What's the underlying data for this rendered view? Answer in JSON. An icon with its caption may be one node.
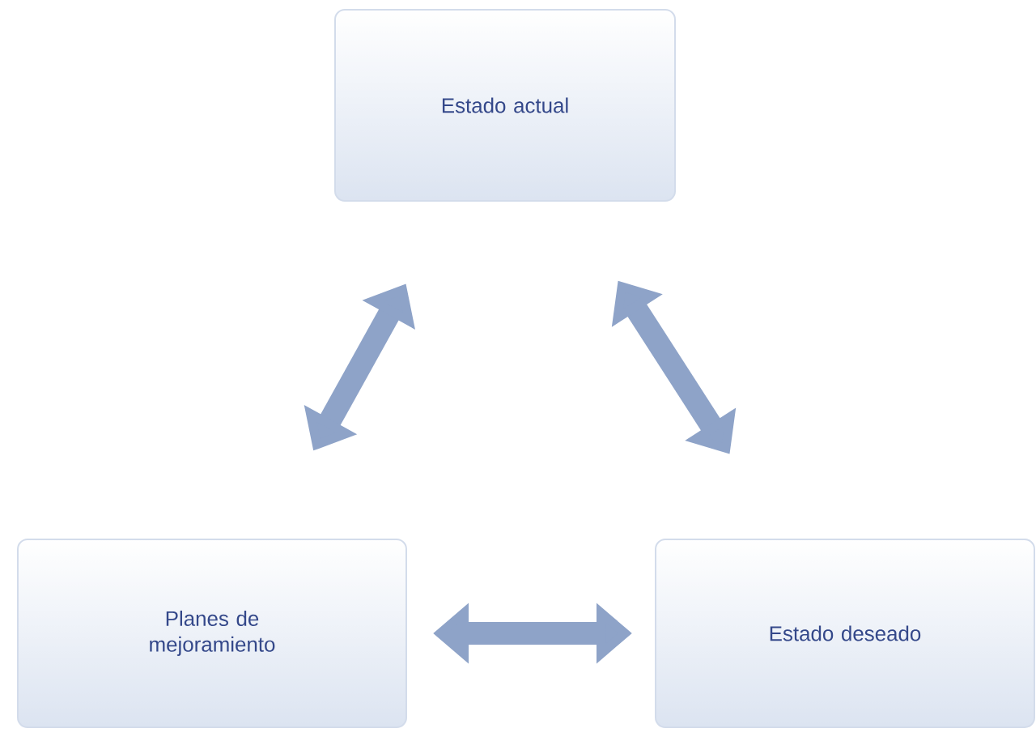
{
  "diagram": {
    "nodes": [
      {
        "text": [
          "Estado actual"
        ]
      },
      {
        "text": [
          "Planes de mejoramiento"
        ]
      },
      {
        "text": [
          "Estado deseado"
        ]
      }
    ],
    "edges": [
      {
        "from": 0,
        "to": 1,
        "arrow": "both"
      },
      {
        "from": 0,
        "to": 2,
        "arrow": "both"
      },
      {
        "from": 1,
        "to": 2,
        "arrow": "both"
      }
    ]
  }
}
